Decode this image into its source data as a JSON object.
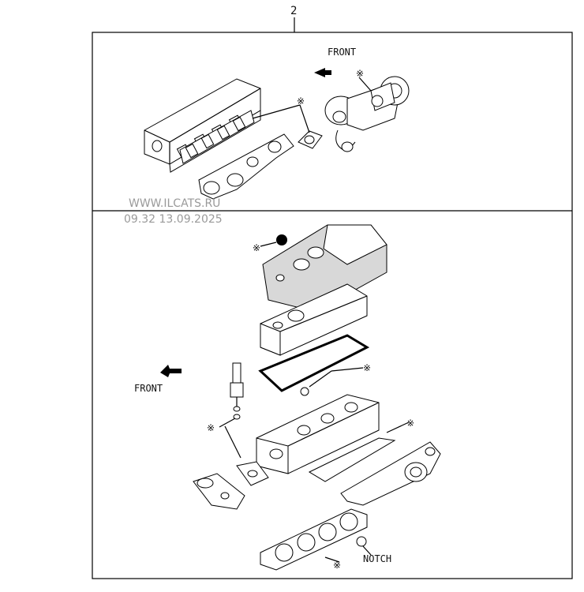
{
  "diagram": {
    "callout_number": "2",
    "top_panel": {
      "front_label": "FRONT",
      "marker": "※"
    },
    "bottom_panel": {
      "front_label": "FRONT",
      "notch_label": "NOTCH",
      "marker": "※"
    },
    "watermark": {
      "line1": "WWW.ILCATS.RU",
      "line2": "09.32 13.09.2025"
    }
  }
}
